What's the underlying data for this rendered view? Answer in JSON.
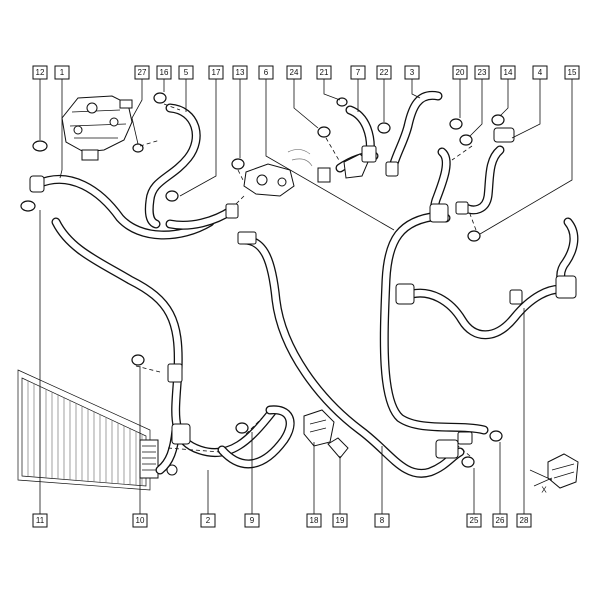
{
  "top_labels": [
    "12",
    "1",
    "27",
    "16",
    "5",
    "17",
    "13",
    "6",
    "24",
    "21",
    "7",
    "22",
    "3",
    "20",
    "23",
    "14",
    "4",
    "15"
  ],
  "bottom_labels": [
    "11",
    "10",
    "2",
    "9",
    "18",
    "19",
    "8",
    "25",
    "26",
    "28"
  ],
  "inset_text": "X",
  "colors": {
    "ink": "#111111",
    "paper": "#ffffff"
  }
}
